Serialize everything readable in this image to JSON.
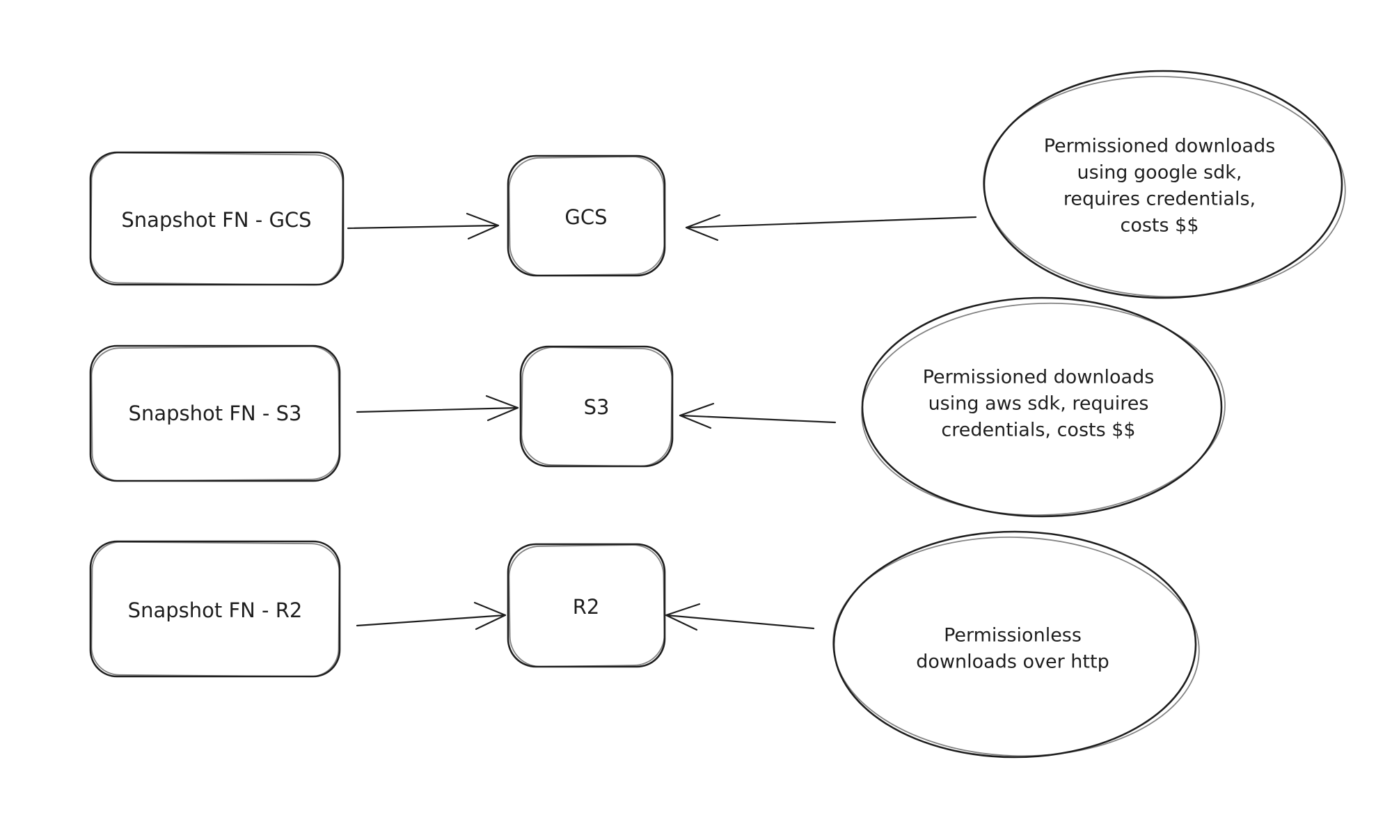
{
  "diagram": {
    "background": "#ffffff",
    "stroke": "#1e1e1e",
    "nodes": {
      "fn_gcs": "Snapshot FN - GCS",
      "fn_s3": "Snapshot FN - S3",
      "fn_r2": "Snapshot FN - R2",
      "gcs": "GCS",
      "s3": "S3",
      "r2": "R2"
    },
    "notes": {
      "gcs": [
        "Permissioned downloads",
        "using google sdk,",
        "requires credentials,",
        "costs $$"
      ],
      "s3": [
        "Permissioned downloads",
        "using aws sdk, requires",
        "credentials, costs $$"
      ],
      "r2": [
        "Permissionless",
        "downloads over http"
      ]
    }
  }
}
